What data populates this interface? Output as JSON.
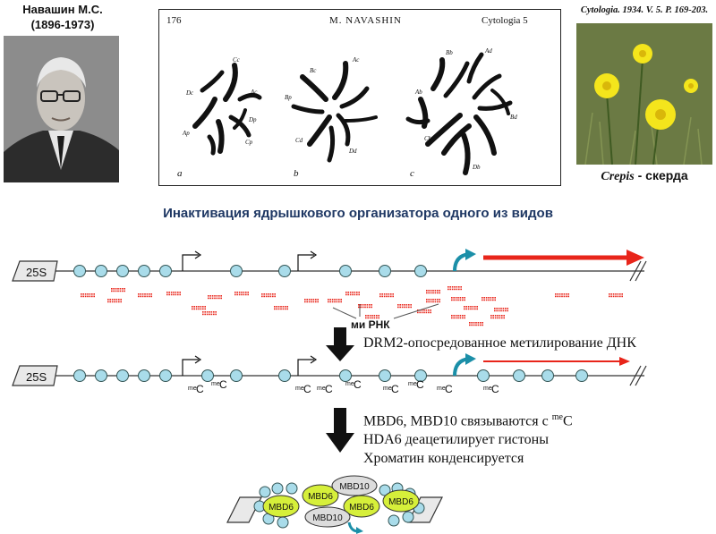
{
  "portrait": {
    "name": "Навашин М.С.",
    "years": "(1896-1973)"
  },
  "figure": {
    "page_number": "176",
    "author": "M. NAVASHIN",
    "journal": "Cytologia 5",
    "panels": [
      "a",
      "b",
      "c"
    ],
    "chromosome_labels": [
      "Dc",
      "Cc",
      "Ac",
      "Ap",
      "Dp",
      "Cp",
      "Bc",
      "Bp",
      "Ac",
      "Cd",
      "Dd",
      "Ab",
      "Bb",
      "Cb",
      "Db",
      "Ad",
      "Bd"
    ]
  },
  "citation": "Cytologia. 1934. V. 5. P. 169-203.",
  "species": {
    "latin": "Crepis",
    "dash": " - ",
    "common": "скерда"
  },
  "title": "Инактивация ядрышкового организатора одного из видов",
  "diagram": {
    "rrna_label_top": "25S",
    "rrna_label_mid": "25S",
    "mirna_label": "ми РНК",
    "step1_text": "DRM2-опосредованное метилирование ДНК",
    "methyl_mark": "me",
    "methyl_base": "C",
    "step2_line1_pre": "MBD6, MBD10 связываются с ",
    "step2_line1_sup": "me",
    "step2_line1_post": "C",
    "step2_line2": "HDA6 деацетилирует гистоны",
    "step2_line3": "Хроматин конденсируется",
    "protein_mbd6": "MBD6",
    "protein_mbd10": "MBD10"
  },
  "colors": {
    "title_blue": "#1f3864",
    "circle_fill": "#a9dcea",
    "transcript_red": "#e8251a",
    "promoter_teal": "#1b8fa8",
    "mbd6_fill": "#d6ef3a",
    "mbd10_fill": "#dcdcdc"
  }
}
